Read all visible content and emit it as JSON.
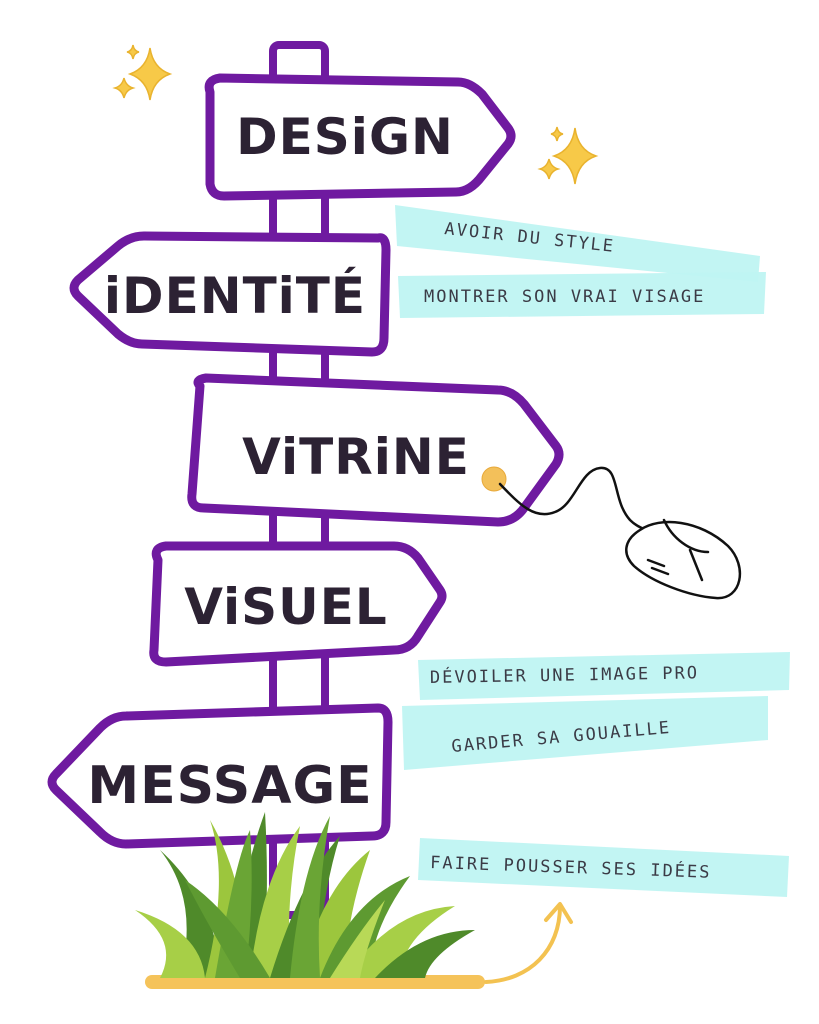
{
  "signs": [
    {
      "label": "DESiGN",
      "direction": "right"
    },
    {
      "label": "iDENTiTÉ",
      "direction": "left"
    },
    {
      "label": "ViTRiNE",
      "direction": "right"
    },
    {
      "label": "ViSUEL",
      "direction": "right"
    },
    {
      "label": "MESSAGE",
      "direction": "left"
    }
  ],
  "notes": [
    "AVOIR DU STYLE",
    "MONTRER SON VRAI VISAGE",
    "DÉVOILER UNE IMAGE PRO",
    "GARDER SA GOUAILLE",
    "FAIRE POUSSER SES IDÉES"
  ],
  "colors": {
    "sign_outline": "#6f1aa0",
    "sign_fill": "#ffffff",
    "text": "#2c2233",
    "highlight": "#bff4f2",
    "sparkle": "#f7c948",
    "grass_dark": "#4f8a2a",
    "grass_light": "#9cc63d",
    "ground": "#f5c35a",
    "arrow": "#f3c251"
  },
  "icons": [
    "sparkle-icon",
    "computer-mouse-icon",
    "grass-icon",
    "curved-arrow-icon"
  ]
}
